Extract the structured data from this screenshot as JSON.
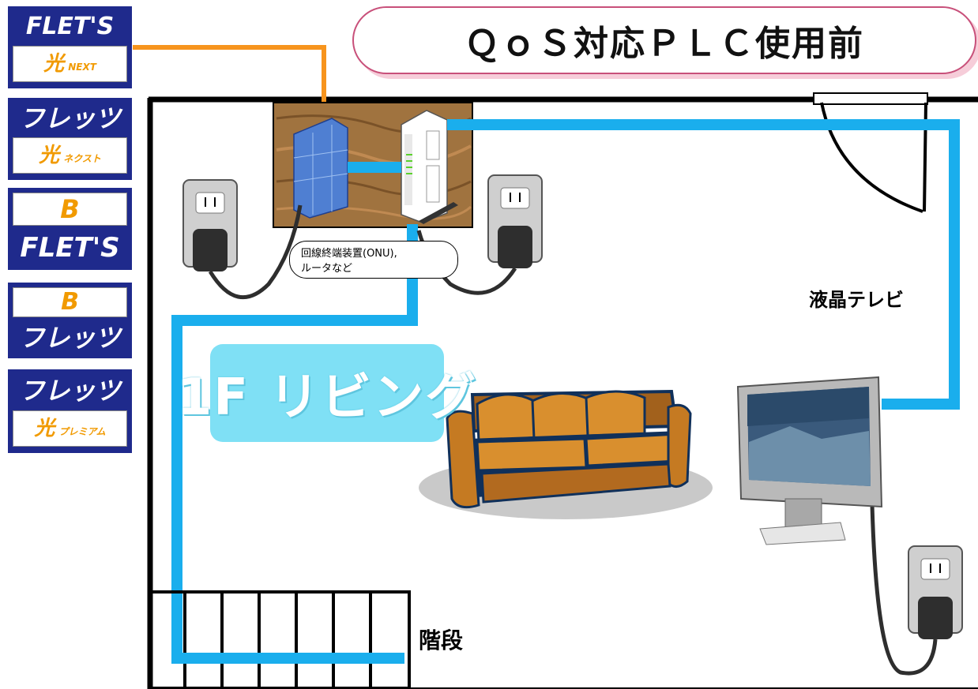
{
  "title": "ＱｏＳ対応ＰＬＣ使用前",
  "labels": {
    "tv": "液晶テレビ",
    "stairs": "階段",
    "room": "1F リビング",
    "onu_line1": "回線終端装置(ONU),",
    "onu_line2": "ルータなど"
  },
  "service_badges": [
    {
      "top": "FLET'S",
      "main": "光",
      "sub": "NEXT"
    },
    {
      "top": "フレッツ",
      "main": "光",
      "sub": "ネクスト"
    },
    {
      "top": "B",
      "main": "FLET'S",
      "sub": ""
    },
    {
      "top": "B",
      "main": "フレッツ",
      "sub": ""
    },
    {
      "top": "フレッツ",
      "main": "光",
      "sub": "プレミアム"
    }
  ],
  "colors": {
    "lan_cable": "#1aaeed",
    "fiber_cable": "#f7941d",
    "title_border": "#c8507a",
    "badge_navy": "#1f2a8c",
    "badge_orange": "#f19a00"
  },
  "icons": [
    "onu-device",
    "router-device",
    "wall-outlet",
    "sofa",
    "lcd-tv",
    "door-swing",
    "staircase"
  ]
}
